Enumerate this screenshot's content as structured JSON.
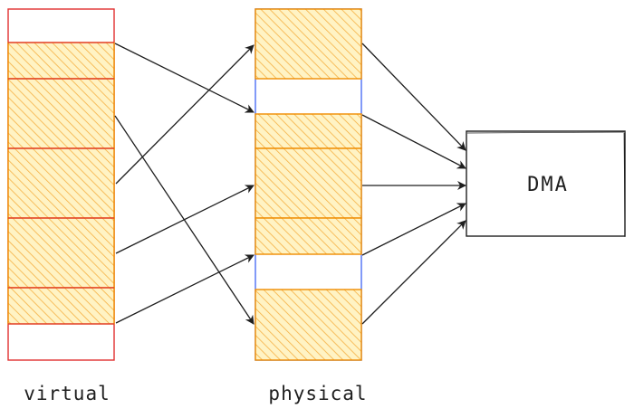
{
  "labels": {
    "virtual": "virtual",
    "physical": "physical",
    "dma": "DMA"
  },
  "colors": {
    "virtual_border": "#e03131",
    "physical_border": "#4c6ef5",
    "page_fill": "#ffec99",
    "page_hatch": "#f5b043",
    "page_border": "#f08c00",
    "arrow": "#1e1e1e",
    "dma_border": "#1e1e1e"
  }
}
